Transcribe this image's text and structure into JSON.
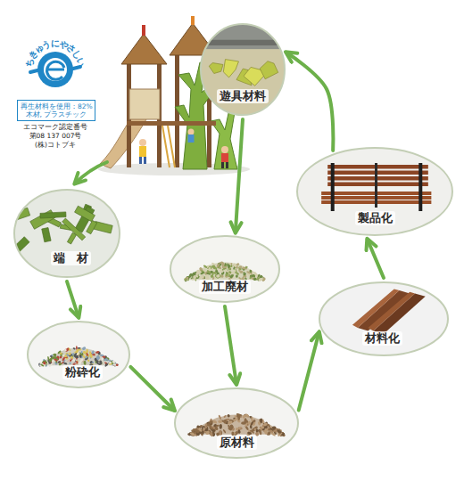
{
  "diagram": {
    "nodes": [
      {
        "text": [
          "再生材料を使用：82%",
          "木材, プラスチック"
        ]
      },
      {
        "text": [
          "遊具材料"
        ]
      },
      {
        "text": [
          "製品化"
        ]
      },
      {
        "text": [
          "端　材"
        ]
      },
      {
        "text": [
          "加工廃材"
        ]
      },
      {
        "text": [
          "材料化"
        ]
      },
      {
        "text": [
          "粉砕化"
        ]
      },
      {
        "text": [
          "原材料"
        ]
      }
    ],
    "edges": [
      {
        "from": 1,
        "to": 4,
        "arrow": "to"
      },
      {
        "from": 3,
        "to": 6,
        "arrow": "to"
      },
      {
        "from": 6,
        "to": 7,
        "arrow": "to"
      },
      {
        "from": 4,
        "to": 7,
        "arrow": "to"
      },
      {
        "from": 7,
        "to": 5,
        "arrow": "to"
      },
      {
        "from": 5,
        "to": 2,
        "arrow": "to"
      },
      {
        "from": 2,
        "to": 1,
        "arrow": "to"
      }
    ],
    "labels": [
      "ちきゅうにやさしい",
      "エコマーク認定番号",
      "第08 137 007号",
      "(株)コトブキ"
    ]
  }
}
